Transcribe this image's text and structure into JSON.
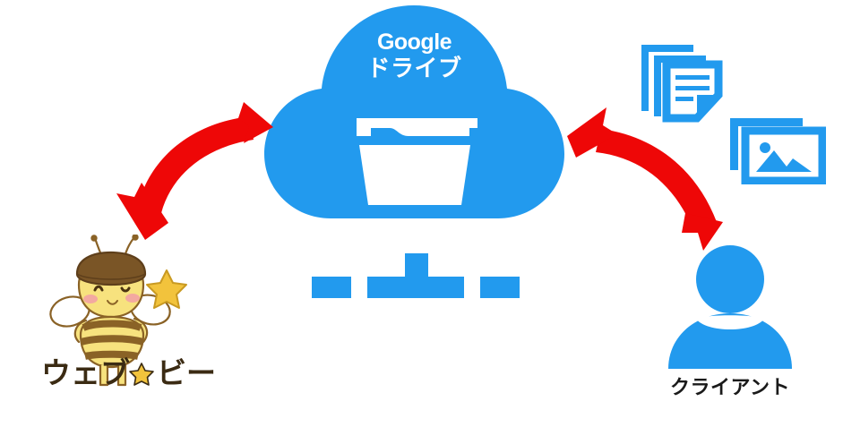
{
  "diagram": {
    "title_visible": false,
    "background_color": "#ffffff",
    "accent_blue": "#229AEE",
    "arrow_red": "#EE0707",
    "bee_yellow": "#F5DE74",
    "bee_brown": "#7A5526",
    "label_dark": "#1a1a1a"
  },
  "cloud": {
    "name": "google-drive-cloud",
    "line1": "Google",
    "line2": "ドライブ",
    "icon": "open-folder-icon",
    "color": "#229AEE",
    "text_color": "#ffffff"
  },
  "network": {
    "name": "network-hub-shape",
    "color": "#229AEE",
    "segments": 3
  },
  "arrows": [
    {
      "name": "arrow-cloud-to-webbee",
      "direction": "double-headed",
      "curve": "arc-down-left",
      "color": "#EE0707",
      "from": "google-drive-cloud",
      "to": "web-bee-mascot"
    },
    {
      "name": "arrow-client-to-cloud",
      "direction": "double-headed",
      "curve": "arc-down-right",
      "color": "#EE0707",
      "from": "client-person",
      "to": "google-drive-cloud"
    }
  ],
  "webbee": {
    "name": "web-bee-mascot",
    "label": "ウェブ★ビー",
    "label_text": "ウェブ",
    "label_star": "★",
    "label_text2": "ビー",
    "label_color": "#3B2B13",
    "star_color": "#F2C33C",
    "body_color": "#F5DE74",
    "stripe_color": "#8A6226",
    "hat_color": "#7A5526",
    "cheek_color": "#F3A9A0",
    "accessory": "sparkle-star"
  },
  "client": {
    "name": "client-person",
    "label": "クライアント",
    "color": "#229AEE",
    "icon": "person-avatar-icon"
  },
  "files": [
    {
      "name": "document-stack-icon",
      "type": "document",
      "color": "#229AEE",
      "text_lines": 3,
      "folded_corner": true
    },
    {
      "name": "image-stack-icon",
      "type": "image",
      "color": "#229AEE",
      "contents": "mountain-and-sun"
    }
  ]
}
